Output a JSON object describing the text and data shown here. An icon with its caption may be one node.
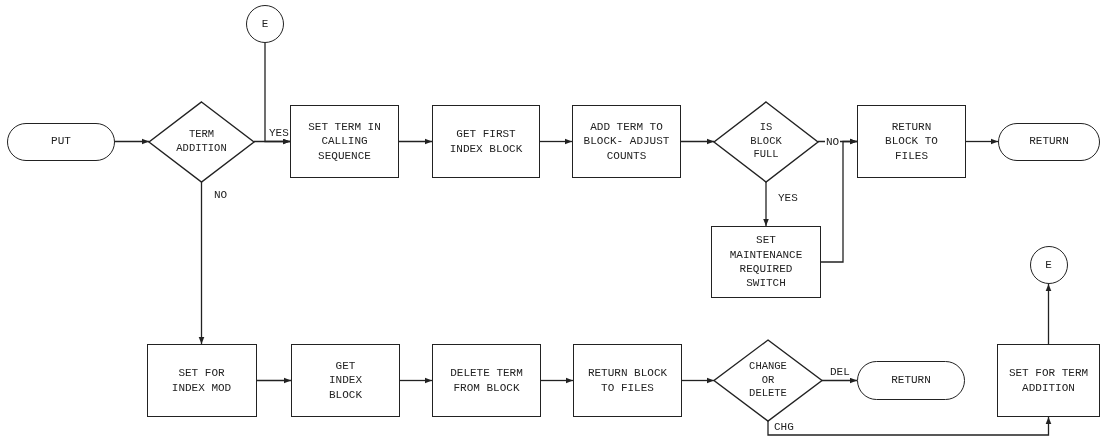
{
  "diagram": {
    "nodes": [
      {
        "text": [
          "PUT"
        ]
      },
      {
        "text": [
          "TERM ADDITION"
        ]
      },
      {
        "text": [
          "E"
        ]
      },
      {
        "text": [
          "SET TERM IN CALLING SEQUENCE"
        ]
      },
      {
        "text": [
          "GET FIRST INDEX BLOCK"
        ]
      },
      {
        "text": [
          "ADD TERM TO BLOCK- ADJUST COUNTS"
        ]
      },
      {
        "text": [
          "IS BLOCK FULL"
        ]
      },
      {
        "text": [
          "RETURN BLOCK TO FILES"
        ]
      },
      {
        "text": [
          "RETURN"
        ]
      },
      {
        "text": [
          "SET MAINTENANCE REQUIRED SWITCH"
        ]
      },
      {
        "text": [
          "E"
        ]
      },
      {
        "text": [
          "SET FOR INDEX MOD"
        ]
      },
      {
        "text": [
          "GET INDEX BLOCK"
        ]
      },
      {
        "text": [
          "DELETE TERM FROM BLOCK"
        ]
      },
      {
        "text": [
          "RETURN BLOCK TO FILES"
        ]
      },
      {
        "text": [
          "CHANGE OR DELETE"
        ]
      },
      {
        "text": [
          "RETURN"
        ]
      },
      {
        "text": [
          "SET FOR TERM ADDITION"
        ]
      }
    ],
    "edges": [
      {
        "from": 0,
        "to": 1,
        "arrow": "to"
      },
      {
        "from": 1,
        "to": 3,
        "arrow": "to",
        "label": "YES"
      },
      {
        "from": 2,
        "to": 3,
        "arrow": "to"
      },
      {
        "from": 3,
        "to": 4,
        "arrow": "to"
      },
      {
        "from": 4,
        "to": 5,
        "arrow": "to"
      },
      {
        "from": 5,
        "to": 6,
        "arrow": "to"
      },
      {
        "from": 6,
        "to": 7,
        "arrow": "to",
        "label": "NO"
      },
      {
        "from": 6,
        "to": 9,
        "arrow": "to",
        "label": "YES"
      },
      {
        "from": 9,
        "to": 7,
        "arrow": "to"
      },
      {
        "from": 7,
        "to": 8,
        "arrow": "to"
      },
      {
        "from": 1,
        "to": 11,
        "arrow": "to",
        "label": "NO"
      },
      {
        "from": 11,
        "to": 12,
        "arrow": "to"
      },
      {
        "from": 12,
        "to": 13,
        "arrow": "to"
      },
      {
        "from": 13,
        "to": 14,
        "arrow": "to"
      },
      {
        "from": 14,
        "to": 15,
        "arrow": "to"
      },
      {
        "from": 15,
        "to": 16,
        "arrow": "to",
        "label": "DEL"
      },
      {
        "from": 15,
        "to": 17,
        "arrow": "to",
        "label": "CHG"
      },
      {
        "from": 17,
        "to": 10,
        "arrow": "to"
      }
    ]
  }
}
